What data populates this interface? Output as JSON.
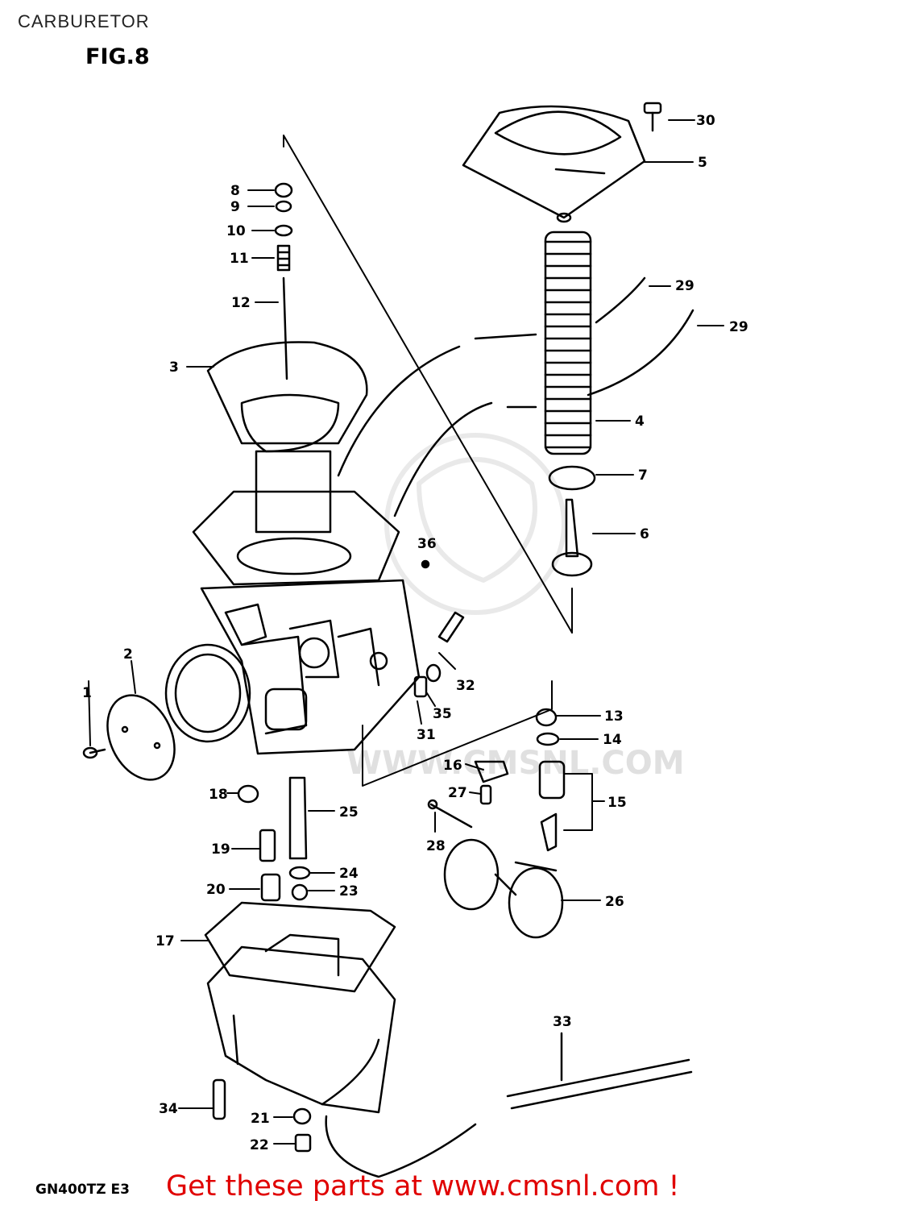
{
  "page_title": "CARBURETOR",
  "figure_label": "FIG.8",
  "model_code": "GN400TZ E3",
  "promo_text": "Get these parts at www.cmsnl.com !",
  "watermark_url": "WWW.CMSNL.COM",
  "callouts": [
    "1",
    "2",
    "3",
    "4",
    "5",
    "6",
    "7",
    "8",
    "9",
    "10",
    "11",
    "12",
    "13",
    "14",
    "15",
    "16",
    "17",
    "18",
    "19",
    "20",
    "21",
    "22",
    "23",
    "24",
    "25",
    "26",
    "27",
    "28",
    "29",
    "29",
    "30",
    "31",
    "32",
    "33",
    "34",
    "35",
    "36"
  ],
  "colors": {
    "ink": "#000000",
    "promo": "#e00000",
    "watermark": "#cccccc"
  }
}
